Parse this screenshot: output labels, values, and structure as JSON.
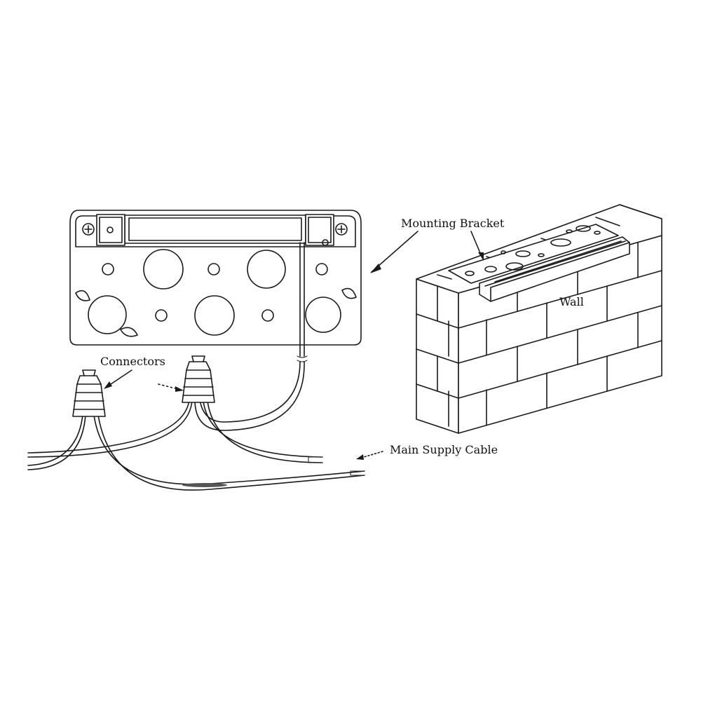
{
  "labels": {
    "mounting_bracket": "Mounting Bracket",
    "wall": "Wall",
    "connectors": "Connectors",
    "main_supply_cable": "Main Supply Cable"
  },
  "colors": {
    "line": "#1a1a1a",
    "background": "#ffffff"
  }
}
